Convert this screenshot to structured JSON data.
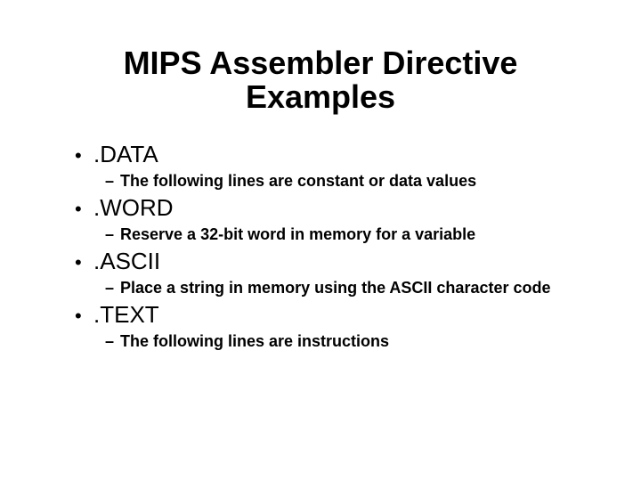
{
  "slide": {
    "background_color": "#ffffff",
    "text_color": "#000000",
    "title": {
      "line1": "MIPS Assembler Directive",
      "line2": "Examples"
    },
    "bullets": {
      "marker": "•",
      "sub_marker": "–",
      "items": [
        {
          "term": ".DATA",
          "note": "The following lines are constant or data values"
        },
        {
          "term": ".WORD",
          "note": "Reserve a 32-bit word in memory for a variable"
        },
        {
          "term": ".ASCII",
          "note": "Place a string in memory using the ASCII character code"
        },
        {
          "term": ".TEXT",
          "note": "The following lines are instructions"
        }
      ]
    }
  }
}
